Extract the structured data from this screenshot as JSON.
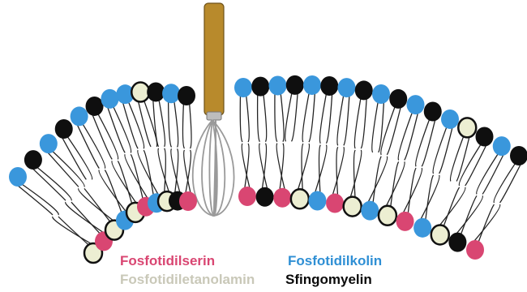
{
  "legend": [
    {
      "key": "ps",
      "label": "Fosfotidilserin",
      "color": "#d94672"
    },
    {
      "key": "pc",
      "label": "Fosfotidilkolin",
      "color": "#2f8fd4"
    },
    {
      "key": "pe",
      "label": "Fosfotidiletanolamin",
      "color": "#c9c8b8"
    },
    {
      "key": "sm",
      "label": "Sfingomyelin",
      "color": "#0a0a0a"
    }
  ],
  "head_colors": {
    "ps": "#d94672",
    "pc": "#3a97dc",
    "pe": "#eceed2",
    "sm": "#0f0f0f"
  },
  "whisk": {
    "handle_color": "#b88a2c",
    "wire_color": "#9a9a9a"
  },
  "membrane": {
    "left_outer": [
      "pc",
      "sm",
      "pc",
      "sm",
      "pc",
      "sm",
      "pc",
      "pc",
      "pe",
      "sm",
      "pc",
      "sm"
    ],
    "left_inner": [
      "pe",
      "ps",
      "pe",
      "pc",
      "pe",
      "ps",
      "pc",
      "pe",
      "sm",
      "ps"
    ],
    "right_outer": [
      "pc",
      "sm",
      "pc",
      "sm",
      "pc",
      "sm",
      "pc",
      "sm",
      "pc",
      "sm",
      "pc",
      "sm",
      "pc",
      "pe",
      "sm",
      "pc",
      "sm"
    ],
    "right_inner": [
      "ps",
      "sm",
      "ps",
      "pe",
      "pc",
      "ps",
      "pe",
      "pc",
      "pe",
      "ps",
      "pc",
      "pe",
      "sm",
      "ps"
    ]
  }
}
